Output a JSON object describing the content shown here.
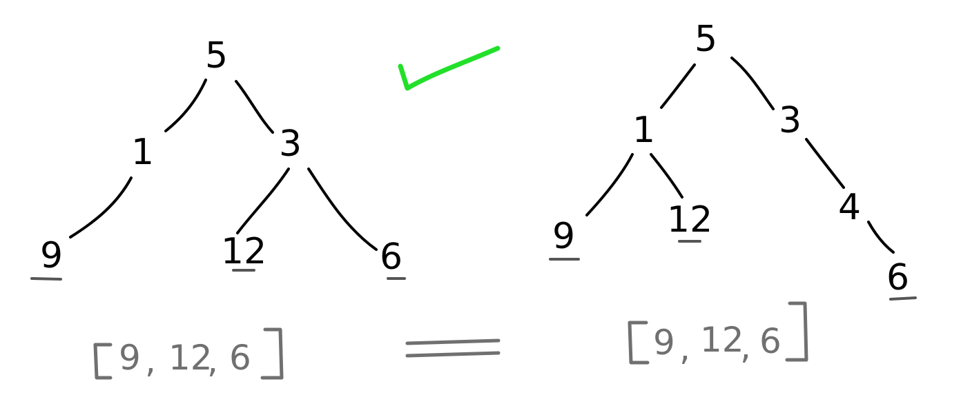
{
  "tree_left": {
    "nodes": [
      "5",
      "1",
      "3",
      "9",
      "12",
      "6"
    ],
    "leaves": [
      "9",
      "12",
      "6"
    ],
    "leaf_sequence": [
      "9",
      "12",
      "6"
    ]
  },
  "tree_right": {
    "nodes": [
      "5",
      "1",
      "3",
      "9",
      "12",
      "4",
      "6"
    ],
    "leaves": [
      "9",
      "12",
      "6"
    ],
    "leaf_sequence": [
      "9",
      "12",
      "6"
    ]
  },
  "comparison": {
    "operator": "==",
    "result": "check-mark"
  },
  "colors": {
    "ink": "#000000",
    "sequence": "#707070",
    "check": "#22e02a"
  }
}
